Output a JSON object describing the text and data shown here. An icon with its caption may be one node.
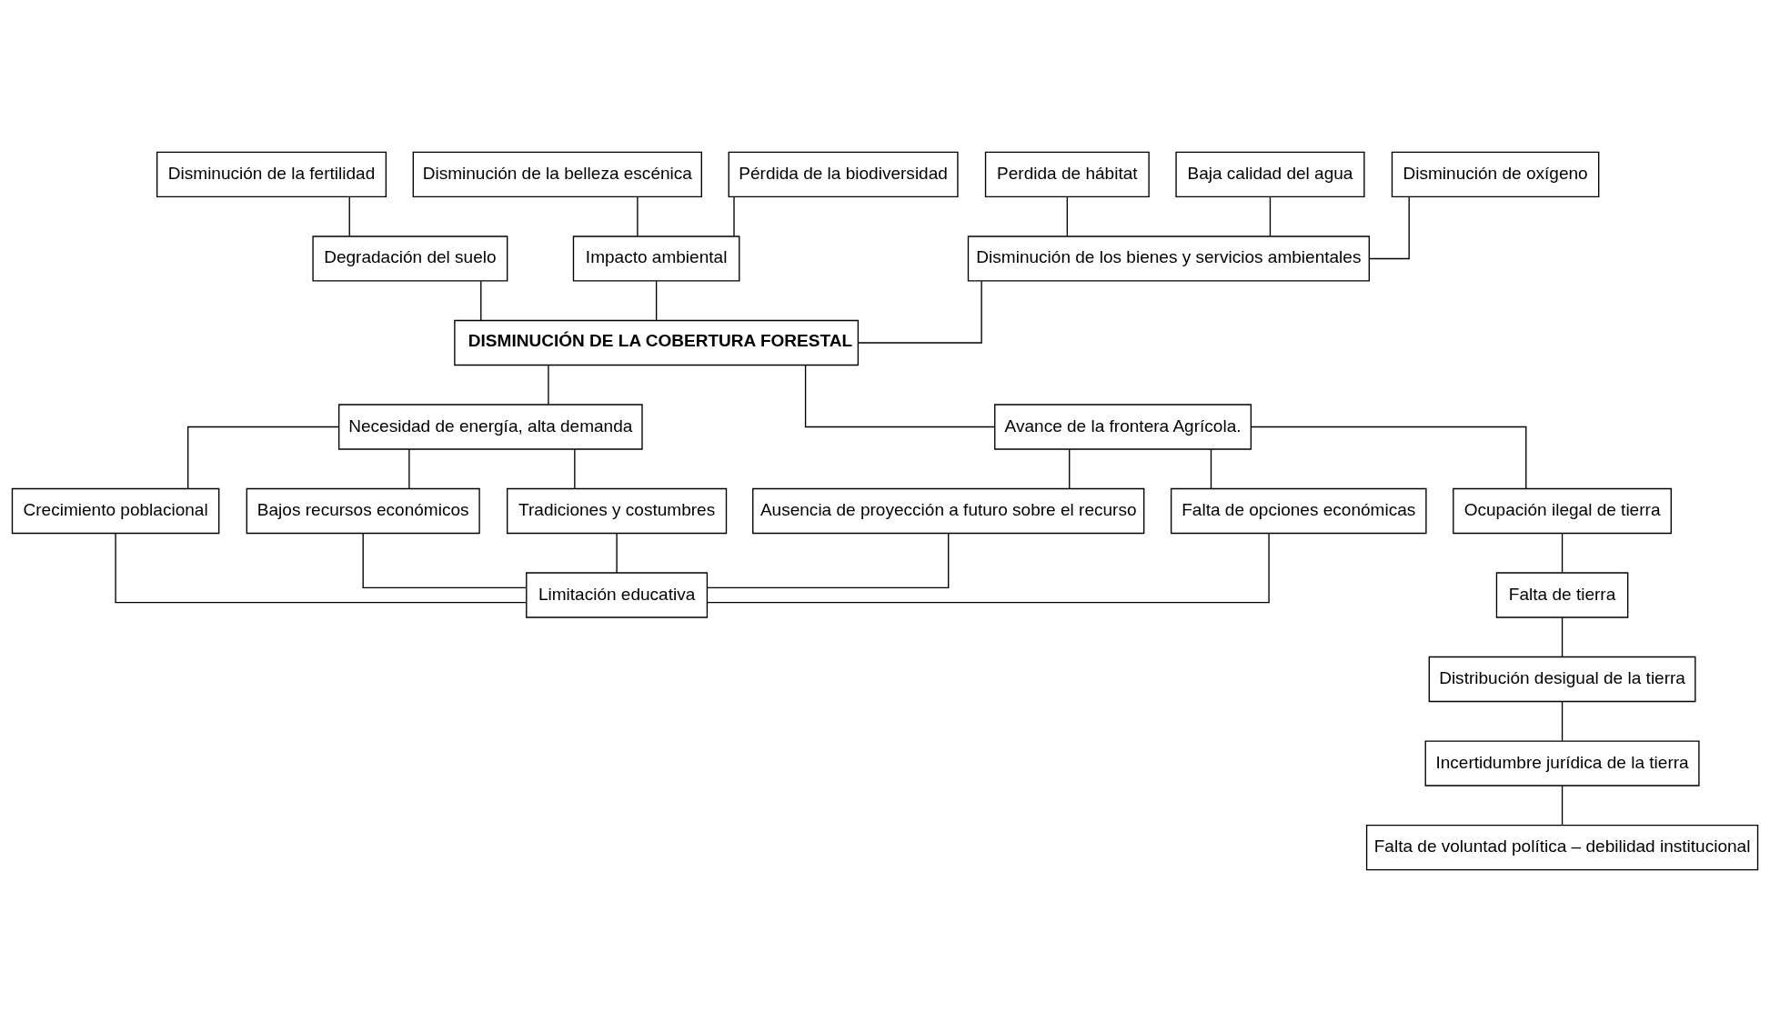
{
  "diagram": {
    "nodes": [
      {
        "text": [
          "Disminución de la fertilidad"
        ]
      },
      {
        "text": [
          "Disminución de la belleza escénica"
        ]
      },
      {
        "text": [
          "Pérdida de la biodiversidad"
        ]
      },
      {
        "text": [
          "Perdida de hábitat"
        ]
      },
      {
        "text": [
          "Baja calidad del agua"
        ]
      },
      {
        "text": [
          "Disminución de oxígeno"
        ]
      },
      {
        "text": [
          "Degradación del suelo"
        ]
      },
      {
        "text": [
          "Impacto ambiental"
        ]
      },
      {
        "text": [
          "Disminución de los bienes y servicios ambientales"
        ]
      },
      {
        "text": [
          "DISMINUCIÓN DE LA COBERTURA FORESTAL"
        ]
      },
      {
        "text": [
          "Necesidad de energía, alta demanda"
        ]
      },
      {
        "text": [
          "Avance de la frontera Agrícola."
        ]
      },
      {
        "text": [
          "Crecimiento poblacional"
        ]
      },
      {
        "text": [
          "Bajos recursos económicos"
        ]
      },
      {
        "text": [
          "Tradiciones y costumbres"
        ]
      },
      {
        "text": [
          "Ausencia de proyección a futuro sobre el recurso"
        ]
      },
      {
        "text": [
          "Falta de opciones económicas"
        ]
      },
      {
        "text": [
          "Ocupación ilegal de tierra"
        ]
      },
      {
        "text": [
          "Limitación educativa"
        ]
      },
      {
        "text": [
          "Falta de tierra"
        ]
      },
      {
        "text": [
          "Distribución desigual de la tierra"
        ]
      },
      {
        "text": [
          "Incertidumbre jurídica de la tierra"
        ]
      },
      {
        "text": [
          "Falta de voluntad política – debilidad institucional"
        ]
      }
    ],
    "edges": [
      {
        "from": 0,
        "to": 6,
        "arrow": "none"
      },
      {
        "from": 1,
        "to": 7,
        "arrow": "none"
      },
      {
        "from": 2,
        "to": 7,
        "arrow": "none"
      },
      {
        "from": 3,
        "to": 8,
        "arrow": "none"
      },
      {
        "from": 4,
        "to": 8,
        "arrow": "none"
      },
      {
        "from": 5,
        "to": 8,
        "arrow": "none"
      },
      {
        "from": 6,
        "to": 9,
        "arrow": "none"
      },
      {
        "from": 7,
        "to": 9,
        "arrow": "none"
      },
      {
        "from": 8,
        "to": 9,
        "arrow": "none"
      },
      {
        "from": 9,
        "to": 10,
        "arrow": "none"
      },
      {
        "from": 9,
        "to": 11,
        "arrow": "none"
      },
      {
        "from": 10,
        "to": 12,
        "arrow": "none"
      },
      {
        "from": 10,
        "to": 13,
        "arrow": "none"
      },
      {
        "from": 10,
        "to": 14,
        "arrow": "none"
      },
      {
        "from": 11,
        "to": 15,
        "arrow": "none"
      },
      {
        "from": 11,
        "to": 16,
        "arrow": "none"
      },
      {
        "from": 11,
        "to": 17,
        "arrow": "none"
      },
      {
        "from": 12,
        "to": 18,
        "arrow": "none"
      },
      {
        "from": 13,
        "to": 18,
        "arrow": "none"
      },
      {
        "from": 14,
        "to": 18,
        "arrow": "none"
      },
      {
        "from": 15,
        "to": 18,
        "arrow": "none"
      },
      {
        "from": 16,
        "to": 18,
        "arrow": "none"
      },
      {
        "from": 17,
        "to": 19,
        "arrow": "none"
      },
      {
        "from": 19,
        "to": 20,
        "arrow": "none"
      },
      {
        "from": 20,
        "to": 21,
        "arrow": "none"
      },
      {
        "from": 21,
        "to": 22,
        "arrow": "none"
      }
    ]
  }
}
